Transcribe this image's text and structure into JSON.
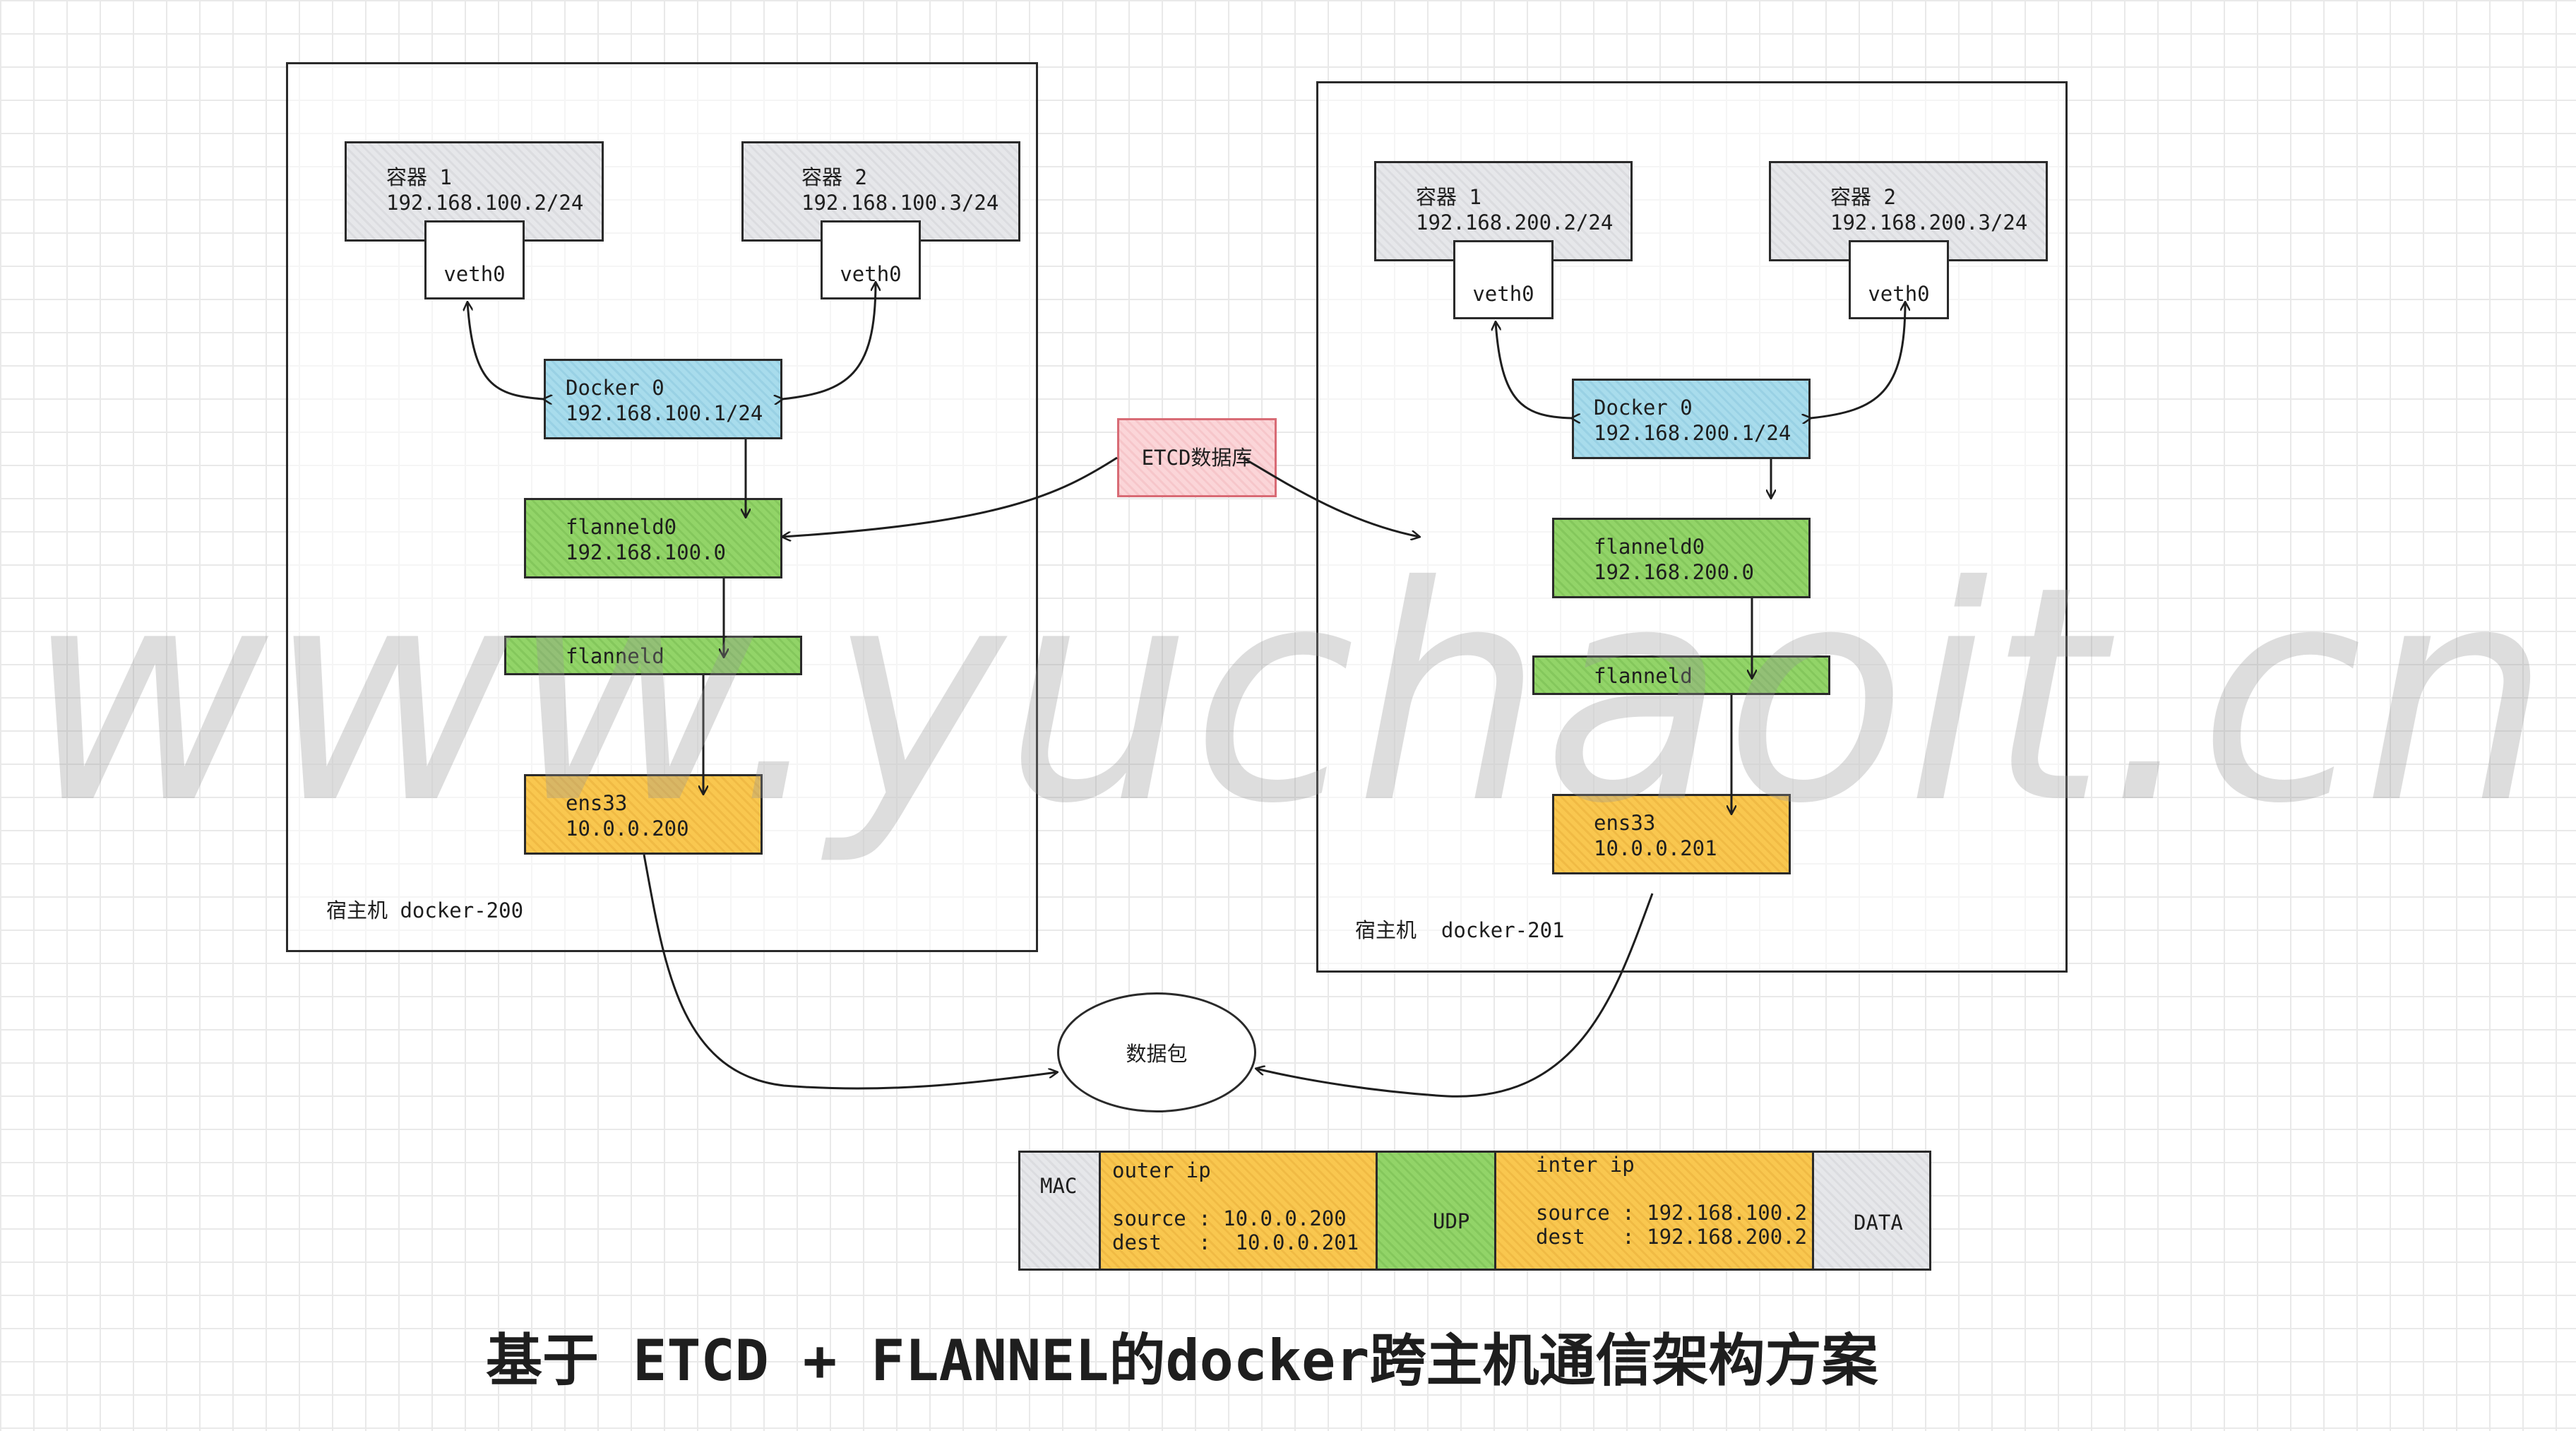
{
  "hosts": [
    {
      "label": "宿主机 docker-200",
      "container1": "容器 1\n192.168.100.2/24",
      "container2": "容器 2\n192.168.100.3/24",
      "veth_left": "veth0",
      "veth_right": "veth0",
      "docker0": "Docker 0\n192.168.100.1/24",
      "flanneld0": "flanneld0\n192.168.100.0",
      "flanneld": "flanneld",
      "ens33": "ens33\n10.0.0.200"
    },
    {
      "label": "宿主机  docker-201",
      "container1": "容器 1\n192.168.200.2/24",
      "container2": "容器 2\n192.168.200.3/24",
      "veth_left": "veth0",
      "veth_right": "veth0",
      "docker0": "Docker 0\n192.168.200.1/24",
      "flanneld0": "flanneld0\n192.168.200.0",
      "flanneld": "flanneld",
      "ens33": "ens33\n10.0.0.201"
    }
  ],
  "etcd": "ETCD数据库",
  "packet_bubble": "数据包",
  "packet": {
    "mac": "MAC",
    "outer_ip": "outer ip\n\nsource : 10.0.0.200\ndest   :  10.0.0.201",
    "udp": "UDP",
    "inner_ip": "inter ip\n\nsource : 192.168.100.2\ndest   : 192.168.200.2",
    "data": "DATA"
  },
  "watermark": "www.yuchaoit.cn",
  "title": "基于 ETCD + FLANNEL的docker跨主机通信架构方案",
  "colors": {
    "container": "#e6e7ea",
    "docker0": "#a8dcec",
    "flannel": "#92d468",
    "ens33": "#f9c74f",
    "etcd": "#fbd5d8"
  }
}
